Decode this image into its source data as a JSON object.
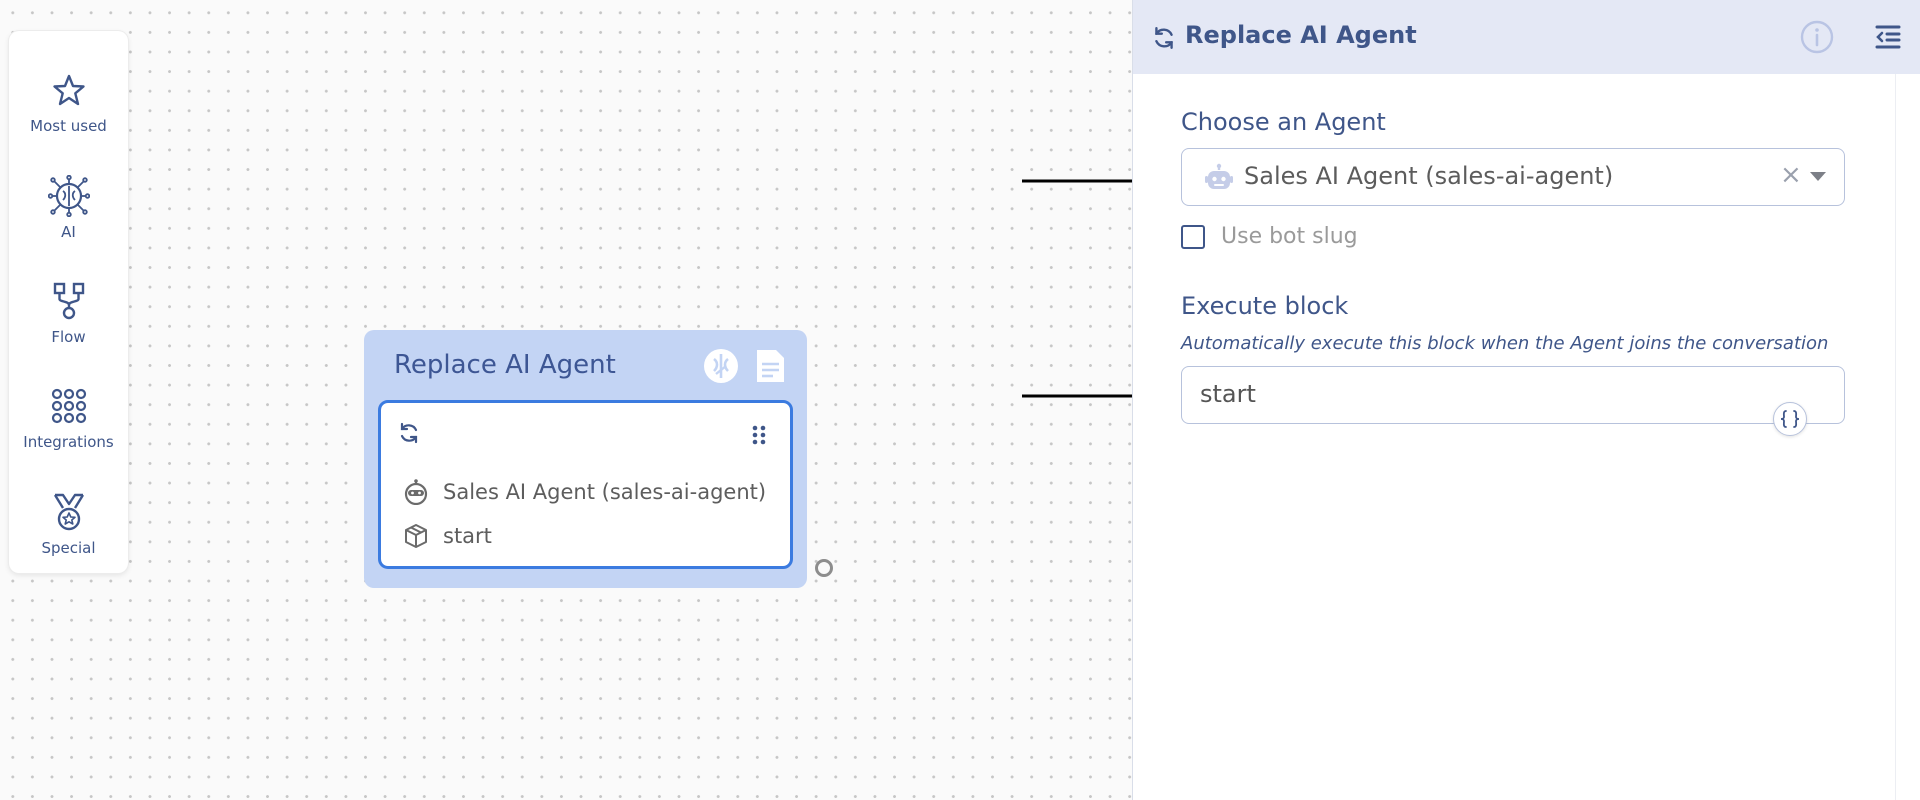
{
  "palette": {
    "items": [
      {
        "label": "Most used",
        "icon": "star-icon"
      },
      {
        "label": "AI",
        "icon": "ai-brain-icon"
      },
      {
        "label": "Flow",
        "icon": "flow-icon"
      },
      {
        "label": "Integrations",
        "icon": "integrations-grid-icon"
      },
      {
        "label": "Special",
        "icon": "special-medal-icon"
      }
    ]
  },
  "node": {
    "title": "Replace AI Agent",
    "agent_label": "Sales AI Agent (sales-ai-agent)",
    "block_label": "start"
  },
  "panel": {
    "title": "Replace AI Agent",
    "agent_field": {
      "label": "Choose an Agent",
      "value": "Sales AI Agent (sales-ai-agent)"
    },
    "use_bot_slug": {
      "label": "Use bot slug",
      "checked": false
    },
    "execute_block": {
      "label": "Execute block",
      "hint": "Automatically execute this block when the Agent joins the conversation",
      "value": "start"
    }
  },
  "colors": {
    "accent": "#3f5689",
    "node_header": "#c3d4f4",
    "node_border": "#3b7be0",
    "panel_header": "#e4e8f5"
  }
}
